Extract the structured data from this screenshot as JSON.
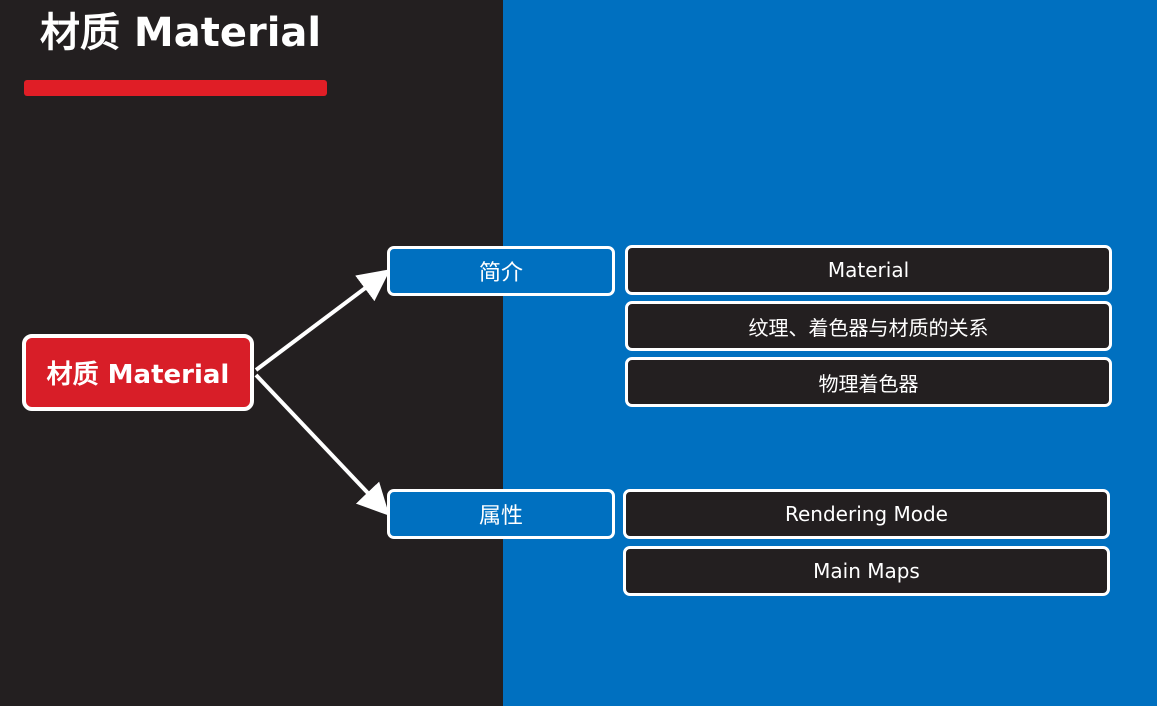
{
  "page": {
    "title": "材质 Material"
  },
  "diagram": {
    "root": {
      "label": "材质 Material"
    },
    "branches": [
      {
        "label": "简介",
        "items": [
          "Material",
          "纹理、着色器与材质的关系",
          "物理着色器"
        ]
      },
      {
        "label": "属性",
        "items": [
          "Rendering Mode",
          "Main Maps"
        ]
      }
    ]
  },
  "colors": {
    "left_background": "#231f20",
    "right_background": "#0070c0",
    "accent_red": "#e01e26",
    "root_fill": "#d81e28",
    "category_fill": "#0070c0",
    "leaf_fill": "#231f20",
    "border": "#ffffff",
    "text": "#ffffff"
  }
}
